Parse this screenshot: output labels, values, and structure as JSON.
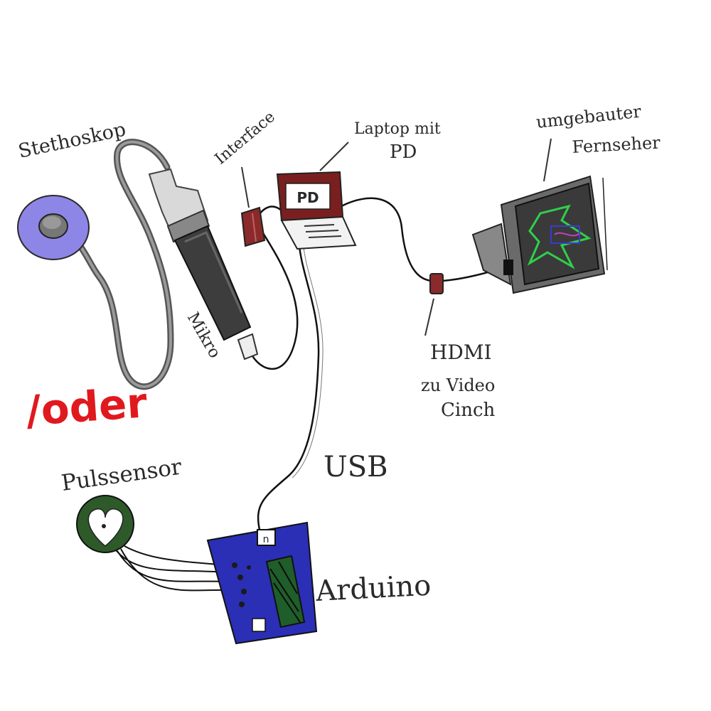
{
  "labels": {
    "stethoskop": "Stethoskop",
    "interface": "Interface",
    "laptop_line1": "Laptop mit",
    "laptop_line2": "PD",
    "laptop_screen": "PD",
    "tv_line1": "umgebauter",
    "tv_line2": "Fernseher",
    "mikro": "Mikro",
    "hdmi_line1": "HDMI",
    "hdmi_line2": "zu Video",
    "hdmi_line3": "Cinch",
    "oder": "/oder",
    "pulssensor": "Pulssensor",
    "usb": "USB",
    "arduino": "Arduino"
  },
  "colors": {
    "oder": "#e0191f",
    "stethoscope_disc": "#8e86e6",
    "interface_box": "#8a2a2a",
    "laptop_screen": "#7a1f1f",
    "arduino_board": "#2b2fb5",
    "arduino_strip": "#1f5e2a",
    "pulse_sensor": "#2e5a2a",
    "tv_body": "#4a4a4a",
    "tv_drawing": "#2fd04a"
  }
}
